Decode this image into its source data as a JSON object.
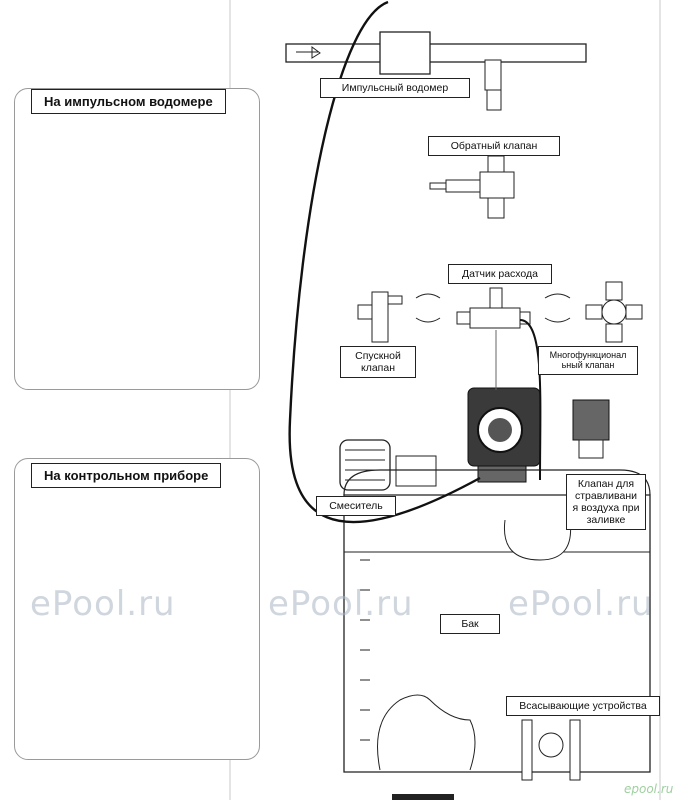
{
  "panels": {
    "pulse_meter": {
      "title": "На импульсном водомере"
    },
    "control_device": {
      "title": "На контрольном приборе"
    }
  },
  "labels": {
    "pulse_meter": "Импульсный водомер",
    "check_valve": "Обратный клапан",
    "flow_sensor": "Датчик расхода",
    "drain_valve": "Спускной клапан",
    "multifunction_valve": "Многофункционал ьный клапан",
    "mixer": "Смеситель",
    "air_release_valve": "Клапан для стравливани я воздуха при заливке",
    "tank": "Бак",
    "suction_devices": "Всасывающие устройства"
  },
  "watermarks": [
    "ePool.ru",
    "ePool.ru",
    "ePool.ru"
  ],
  "brand": "epool.ru",
  "colors": {
    "line": "#222222",
    "label_cap": "#0f1a3a",
    "watermark": "#aab4c3"
  }
}
